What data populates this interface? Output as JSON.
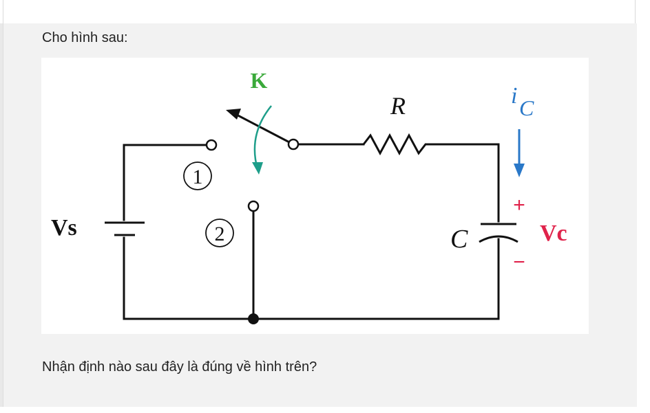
{
  "question": {
    "intro": "Cho hình sau:",
    "prompt": "Nhận định nào sau đây là đúng về hình trên?"
  },
  "circuit": {
    "switch_label": "K",
    "resistor_label": "R",
    "current_label_main": "i",
    "current_label_sub": "C",
    "source_label": "Vs",
    "capacitor_label": "C",
    "capacitor_voltage_label": "Vc",
    "plus_sign": "+",
    "minus_sign": "−",
    "position_1": "1",
    "position_2": "2"
  },
  "colors": {
    "wire": "#111111",
    "switch_label": "#3aa93a",
    "switch_arc": "#1e9e8a",
    "current": "#2a78c8",
    "capacitor_voltage": "#e0234b"
  }
}
